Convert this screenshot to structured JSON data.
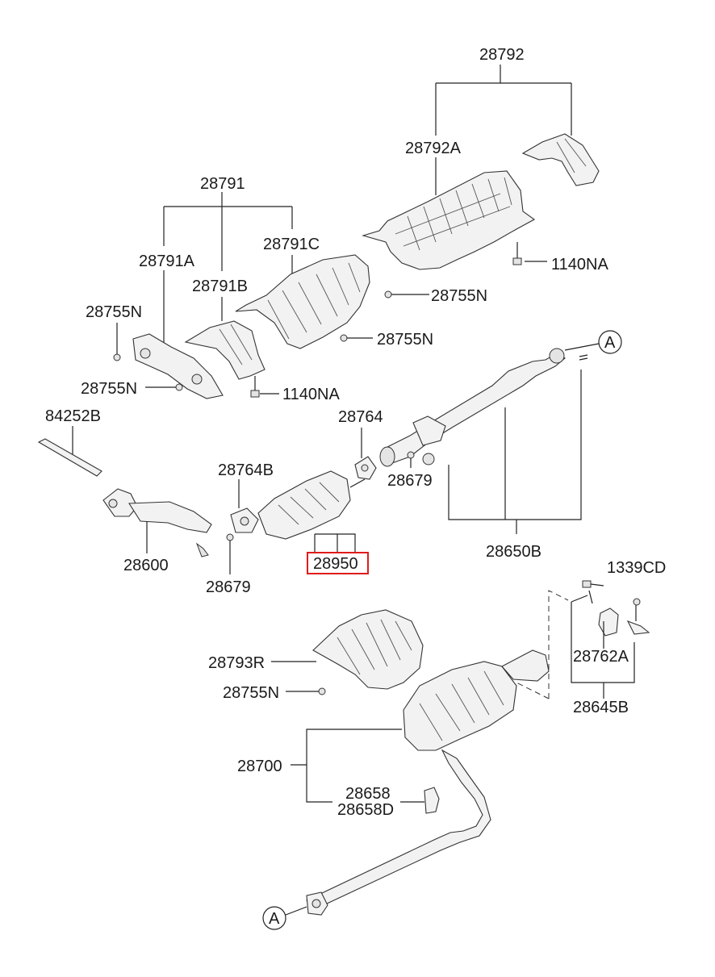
{
  "labels": {
    "p28792": "28792",
    "p28792A": "28792A",
    "p1140NA_top": "1140NA",
    "p28755N_a": "28755N",
    "p28791": "28791",
    "p28791C": "28791C",
    "p28791A": "28791A",
    "p28791B": "28791B",
    "p28755N_b": "28755N",
    "p28755N_c": "28755N",
    "p28755N_d": "28755N",
    "p1140NA_mid": "1140NA",
    "ref_A_top": "A",
    "p84252B": "84252B",
    "p28764": "28764",
    "p28764B": "28764B",
    "p28679_r": "28679",
    "p28600": "28600",
    "p28950": "28950",
    "p28679_l": "28679",
    "p28650B": "28650B",
    "p1339CD": "1339CD",
    "p28762A": "28762A",
    "p28793R": "28793R",
    "p28755N_e": "28755N",
    "p28645B": "28645B",
    "p28700": "28700",
    "p28658": "28658",
    "p28658D": "28658D",
    "ref_A_bottom": "A"
  },
  "highlight_color": "#e01b1b"
}
